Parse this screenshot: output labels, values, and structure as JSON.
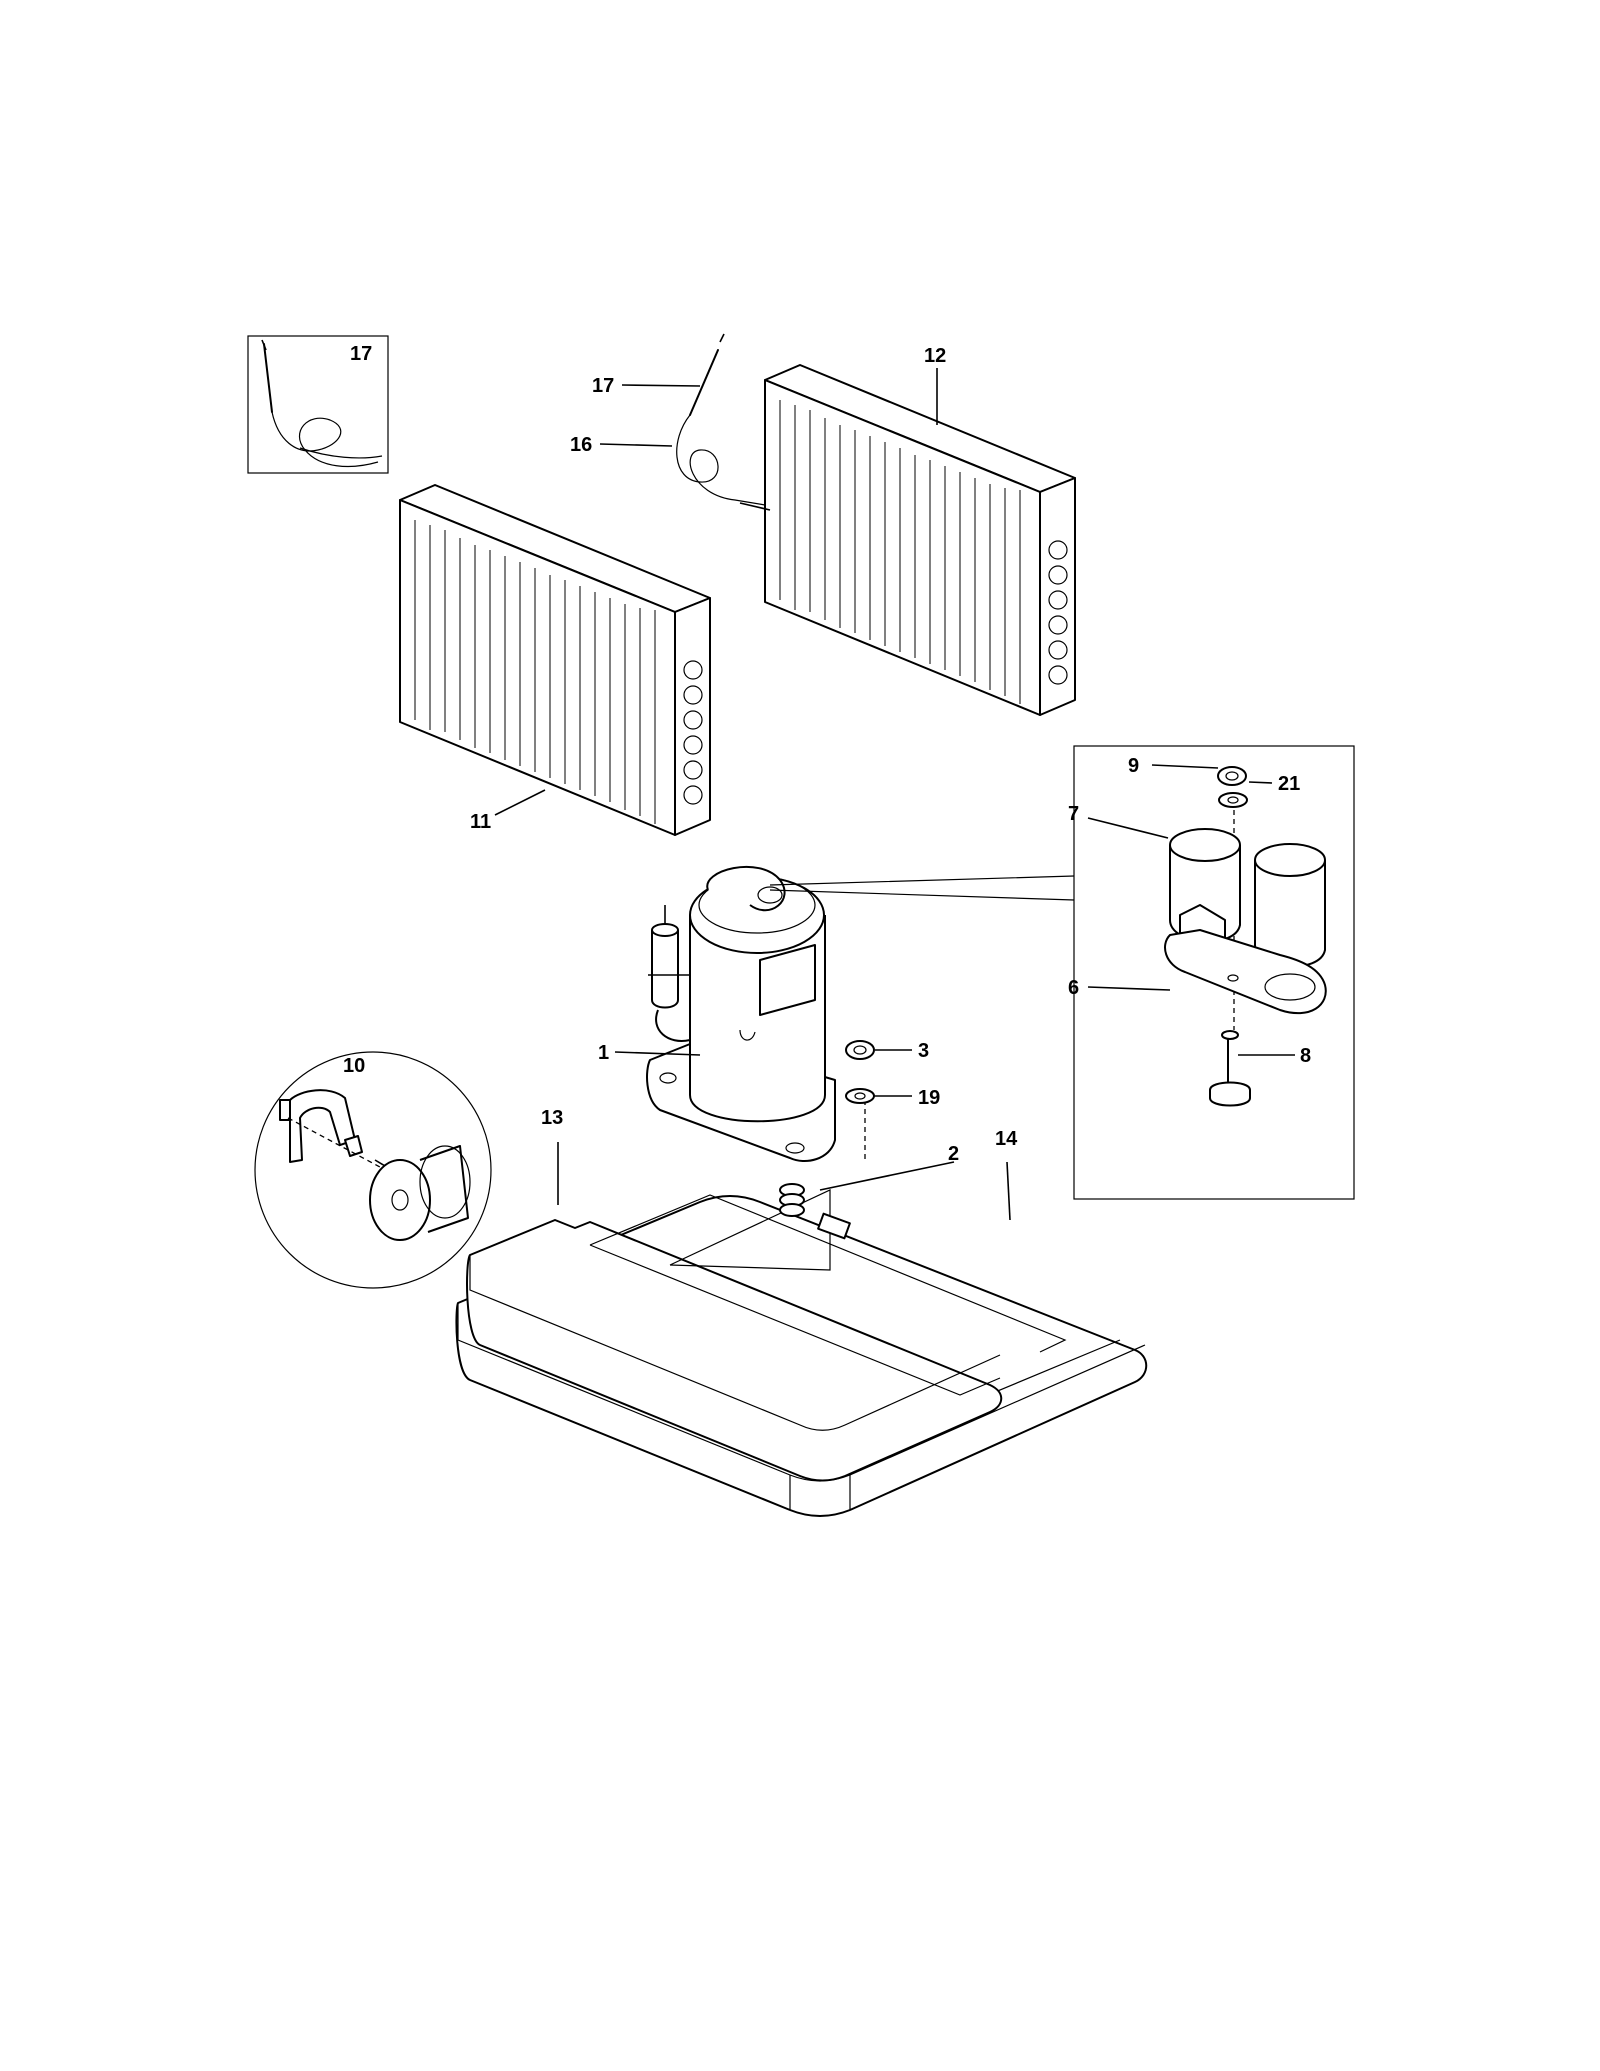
{
  "labels": {
    "p1": "1",
    "p2": "2",
    "p3": "3",
    "p6": "6",
    "p7": "7",
    "p8": "8",
    "p9": "9",
    "p10": "10",
    "p11": "11",
    "p12": "12",
    "p13": "13",
    "p14": "14",
    "p16": "16",
    "p17_inset": "17",
    "p17": "17",
    "p19": "19",
    "p21": "21"
  }
}
